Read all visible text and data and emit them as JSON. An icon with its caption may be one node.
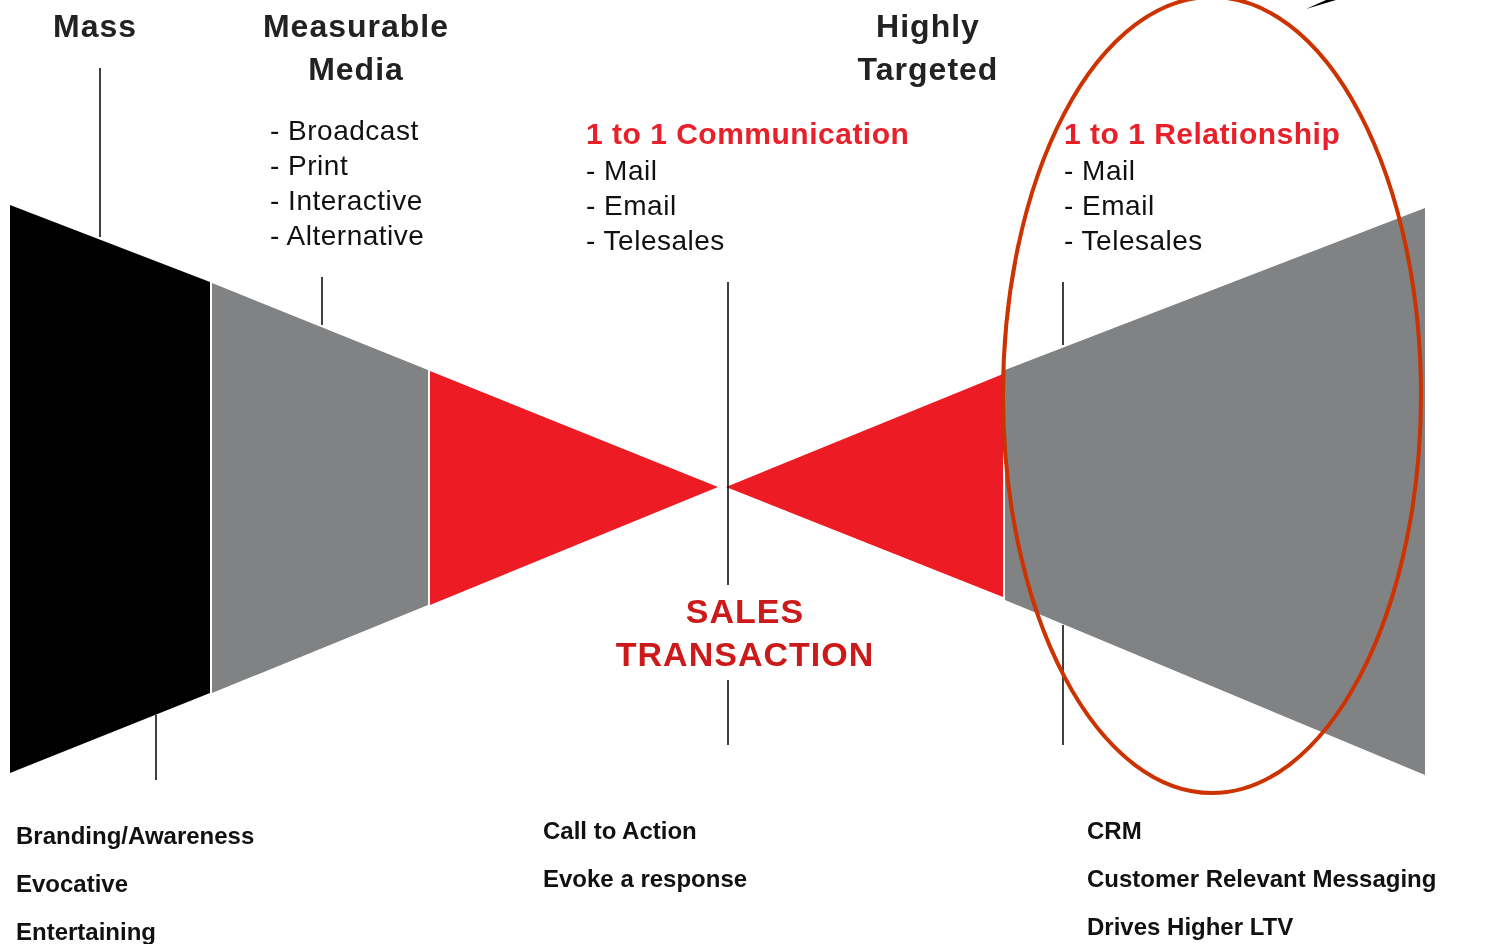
{
  "diagram": {
    "nodes": [
      {
        "text": [],
        "shape": "trapezoid"
      },
      {
        "text": [],
        "shape": "trapezoid"
      },
      {
        "text": [],
        "shape": "triangle"
      },
      {
        "text": [],
        "shape": "triangle"
      },
      {
        "text": [],
        "shape": "trapezoid"
      },
      {
        "text": [
          "Mass"
        ]
      },
      {
        "text": [
          "Measurable Media",
          "- Broadcast",
          "- Print",
          "- Interactive",
          "- Alternative"
        ]
      },
      {
        "text": [
          "Highly Targeted"
        ]
      },
      {
        "text": [
          "1 to 1 Communication",
          "- Mail",
          "- Email",
          "- Telesales"
        ]
      },
      {
        "text": [
          "1 to 1 Relationship",
          "- Mail",
          "- Email",
          "- Telesales"
        ]
      },
      {
        "text": [
          "SALES TRANSACTION"
        ]
      },
      {
        "text": [
          "Branding/Awareness",
          "Evocative",
          "Entertaining"
        ]
      },
      {
        "text": [
          "Call to Action",
          "Evoke a response"
        ]
      },
      {
        "text": [
          "CRM",
          "Customer Relevant Messaging",
          "Drives Higher LTV"
        ]
      }
    ],
    "edges": [
      {
        "from": 5,
        "to": 0,
        "arrow": "none"
      },
      {
        "from": 6,
        "to": 1,
        "arrow": "none"
      },
      {
        "from": 8,
        "to": 10,
        "arrow": "none"
      },
      {
        "from": 10,
        "to": 12,
        "arrow": "none"
      },
      {
        "from": 9,
        "to": 4,
        "arrow": "none"
      },
      {
        "from": 0,
        "to": 11,
        "arrow": "none"
      },
      {
        "from": 4,
        "to": 13,
        "arrow": "none"
      }
    ]
  }
}
